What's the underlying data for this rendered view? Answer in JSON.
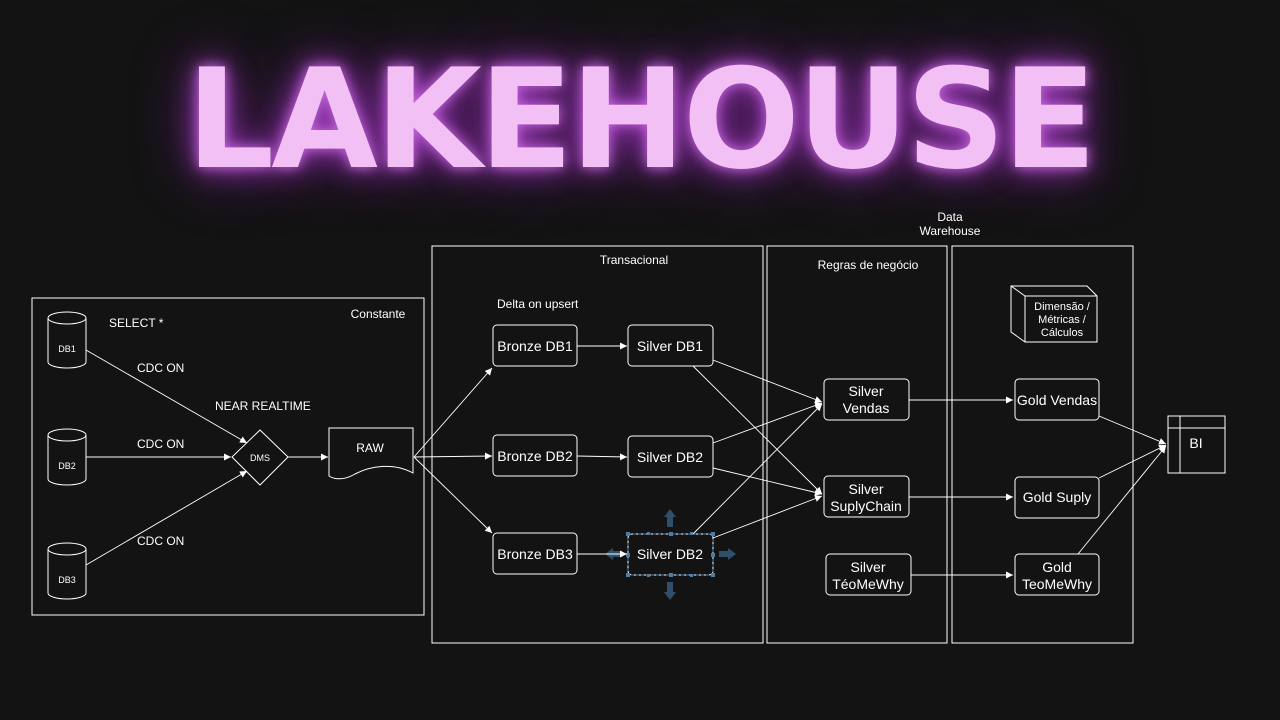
{
  "title": "LAKEHOUSE",
  "groups": {
    "constante": "Constante",
    "transacional": "Transacional",
    "regras": "Regras de negócio",
    "dw_line1": "Data",
    "dw_line2": "Warehouse"
  },
  "sources": {
    "db1": "DB1",
    "db2": "DB2",
    "db3": "DB3"
  },
  "annotations": {
    "select": "SELECT *",
    "cdc1": "CDC ON",
    "cdc2": "CDC ON",
    "cdc3": "CDC ON",
    "near_realtime": "NEAR REALTIME",
    "delta": "Delta on upsert"
  },
  "nodes": {
    "dms": "DMS",
    "raw": "RAW",
    "bronze_db1": "Bronze DB1",
    "bronze_db2": "Bronze DB2",
    "bronze_db3": "Bronze DB3",
    "silver_db1": "Silver DB1",
    "silver_db2": "Silver DB2",
    "silver_db2_b": "Silver DB2",
    "silver_vendas_1": "Silver",
    "silver_vendas_2": "Vendas",
    "silver_supply_1": "Silver",
    "silver_supply_2": "SuplyChain",
    "silver_teo_1": "Silver",
    "silver_teo_2": "TéoMeWhy",
    "gold_vendas": "Gold Vendas",
    "gold_supply": "Gold Suply",
    "gold_teo_1": "Gold",
    "gold_teo_2": "TeoMeWhy",
    "bi": "BI",
    "dim_1": "Dimensão /",
    "dim_2": "Métricas /",
    "dim_3": "Cálculos"
  },
  "colors": {
    "title": "#f2c0f4",
    "glow": "#b04fd0",
    "stroke": "#ffffff",
    "selection": "#3f6f9a",
    "background": "#131313"
  }
}
